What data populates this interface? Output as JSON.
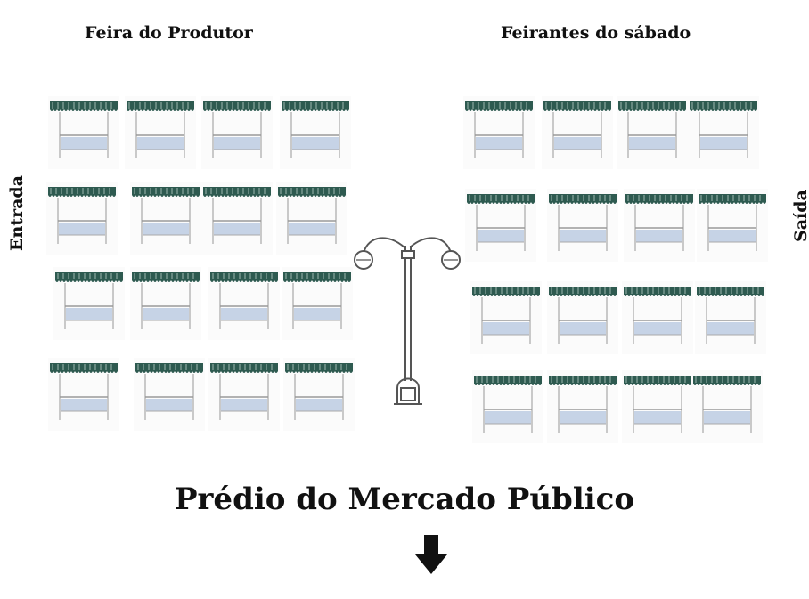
{
  "labels": {
    "left_section": "Feira do Produtor",
    "right_section": "Feirantes do sábado",
    "entrance": "Entrada",
    "exit": "Saída",
    "building": "Prédio do Mercado Público"
  },
  "colors": {
    "awning": "#2e5a50",
    "awning_light": "#9fb8b0",
    "counter": "#c6d3e6",
    "post": "#b8b8b8",
    "arrow": "#111111"
  },
  "icons": {
    "stall": "market-stall-icon",
    "lamp": "street-lamp-icon",
    "arrow": "arrow-down-icon"
  },
  "layout": {
    "left_group": {
      "rows": 4,
      "columns": 4,
      "stall_count": 16
    },
    "right_group": {
      "rows": 4,
      "columns": 4,
      "stall_count": 16
    }
  }
}
